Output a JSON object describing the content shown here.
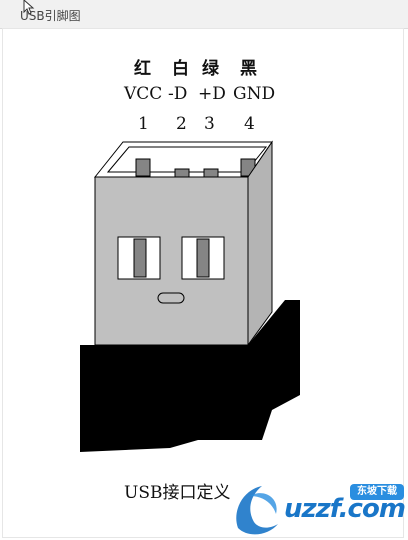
{
  "header": {
    "caption": "USB引脚图"
  },
  "wire_colors": [
    "红",
    "白",
    "绿",
    "黑"
  ],
  "signals": [
    "VCC",
    "-D",
    "+D",
    "GND"
  ],
  "pin_numbers": [
    "1",
    "2",
    "3",
    "4"
  ],
  "footer": {
    "caption": "USB接口定义"
  },
  "watermark": {
    "brand": "uzzf.com",
    "badge": "东坡下载"
  },
  "colors": {
    "plug_front": "#c0c0c0",
    "plug_side": "#b4b4b4",
    "plug_inner": "#ffffff",
    "contact": "#858585",
    "cable": "#000000",
    "logo_blue": "#1976c8"
  }
}
